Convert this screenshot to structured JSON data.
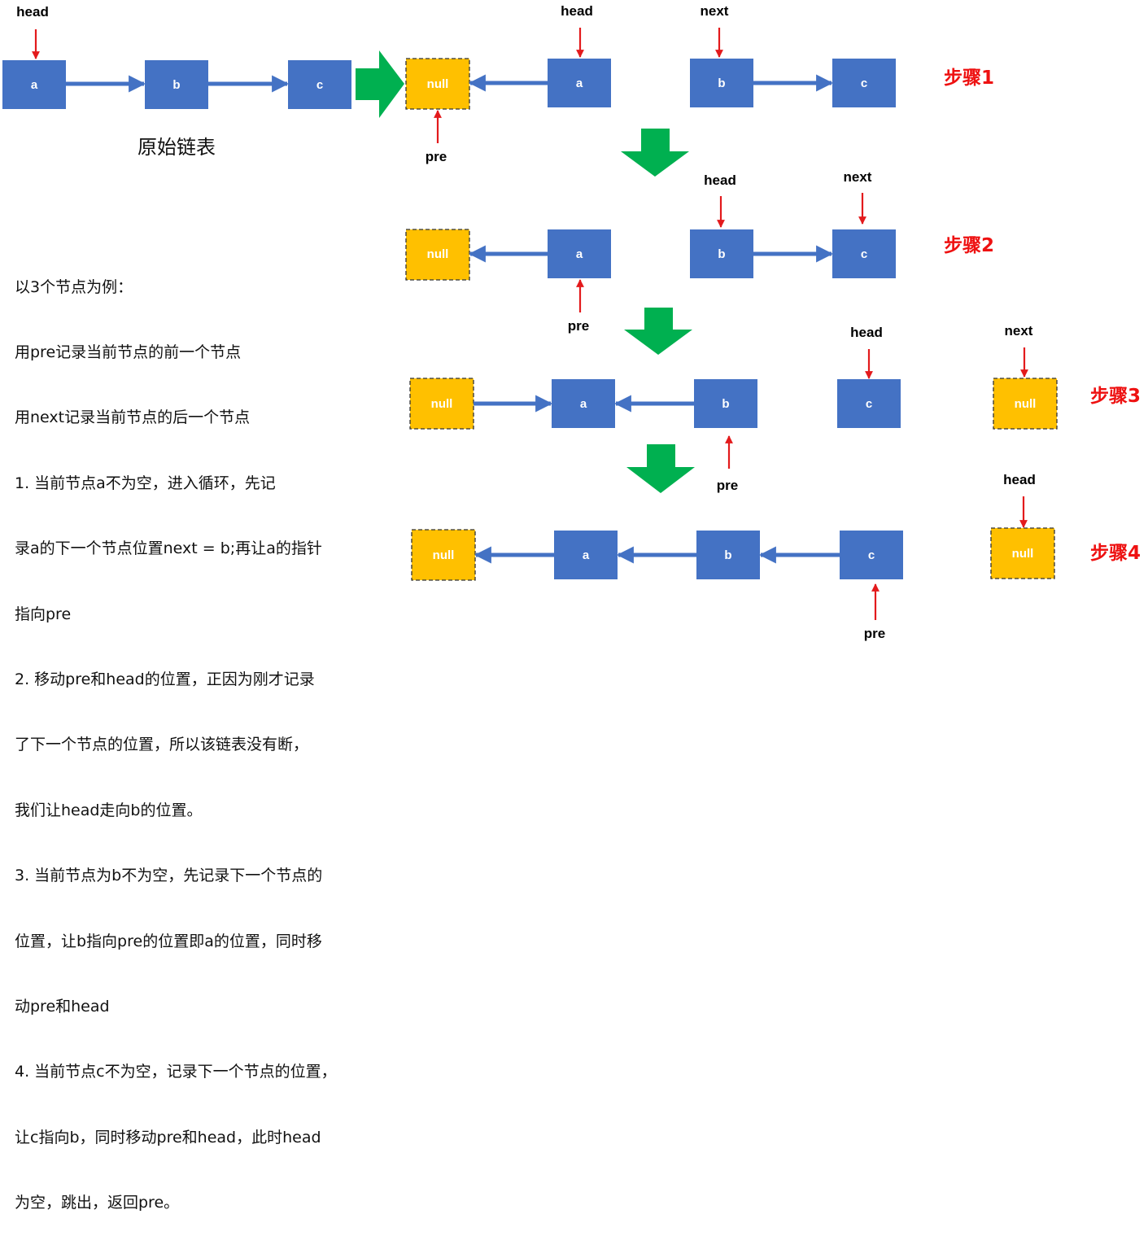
{
  "caption": "原始链表",
  "explanation_lines": [
    "以3个节点为例：",
    "用pre记录当前节点的前一个节点",
    "用next记录当前节点的后一个节点",
    "1.   当前节点a不为空，进入循环，先记",
    "录a的下一个节点位置next  =  b;再让a的指针",
    "指向pre",
    "2. 移动pre和head的位置，正因为刚才记录",
    "了下一个节点的位置，所以该链表没有断，",
    "我们让head走向b的位置。",
    "3. 当前节点为b不为空，先记录下一个节点的",
    "位置，让b指向pre的位置即a的位置，同时移",
    "动pre和head",
    "4. 当前节点c不为空，记录下一个节点的位置，",
    "让c指向b，同时移动pre和head，此时head",
    "为空，跳出，返回pre。"
  ],
  "colors": {
    "node_fill": "#4472c4",
    "null_fill": "#ffc000",
    "link_arrow": "#4472c4",
    "pointer_arrow": "#e31a1c",
    "transition_arrow": "#00b050",
    "step_text": "#ee1111"
  },
  "rows": [
    {
      "step": "",
      "nodes": [
        "a",
        "b",
        "c"
      ],
      "null_nodes": [],
      "pointers": [
        {
          "name": "head",
          "at": "a"
        }
      ]
    },
    {
      "step": "步骤1",
      "nodes": [
        "null",
        "a",
        "b",
        "c"
      ],
      "null_nodes": [
        "null"
      ],
      "pointers": [
        {
          "name": "head",
          "at": "a"
        },
        {
          "name": "next",
          "at": "b"
        },
        {
          "name": "pre",
          "at": "null"
        }
      ]
    },
    {
      "step": "步骤2",
      "nodes": [
        "null",
        "a",
        "b",
        "c"
      ],
      "null_nodes": [
        "null"
      ],
      "pointers": [
        {
          "name": "head",
          "at": "b"
        },
        {
          "name": "next",
          "at": "c"
        },
        {
          "name": "pre",
          "at": "a"
        }
      ]
    },
    {
      "step": "步骤3",
      "nodes": [
        "null",
        "a",
        "b",
        "c",
        "null"
      ],
      "null_nodes": [
        "null"
      ],
      "pointers": [
        {
          "name": "head",
          "at": "c"
        },
        {
          "name": "next",
          "at": "null"
        },
        {
          "name": "pre",
          "at": "b"
        }
      ]
    },
    {
      "step": "步骤4",
      "nodes": [
        "null",
        "a",
        "b",
        "c",
        "null"
      ],
      "null_nodes": [
        "null"
      ],
      "pointers": [
        {
          "name": "head",
          "at": "null"
        },
        {
          "name": "pre",
          "at": "c"
        }
      ]
    }
  ]
}
